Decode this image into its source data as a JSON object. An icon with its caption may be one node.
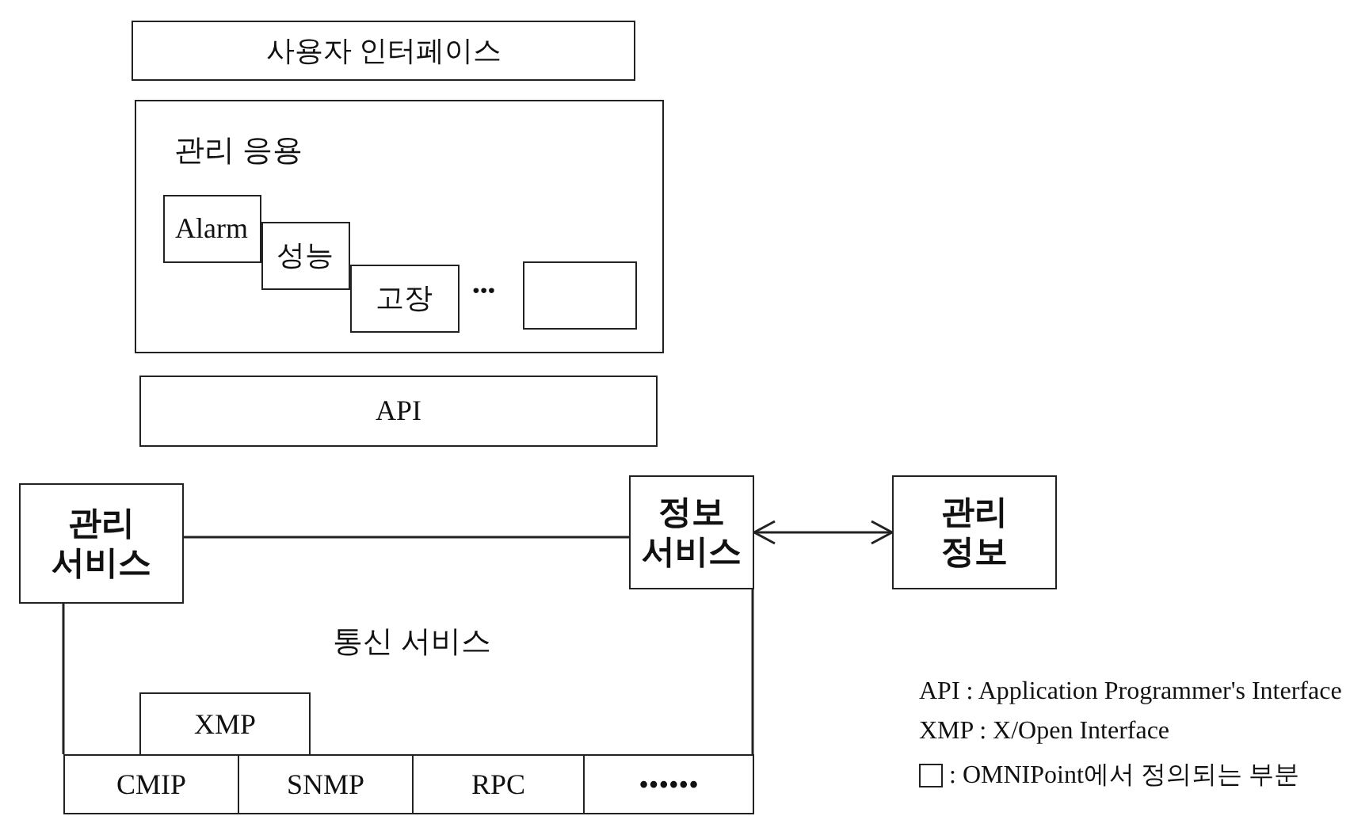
{
  "diagram": {
    "nodes": [
      {
        "text": [
          "사용자 인터페이스"
        ]
      },
      {
        "text": [
          "관리 응용"
        ]
      },
      {
        "text": [
          "Alarm"
        ],
        "in": 1
      },
      {
        "text": [
          "성능"
        ],
        "in": 1
      },
      {
        "text": [
          "고장"
        ],
        "in": 1
      },
      {
        "text": [],
        "shape": "box",
        "in": 1
      },
      {
        "text": [
          "API"
        ]
      },
      {
        "text": [
          "관리 서비스"
        ]
      },
      {
        "text": [
          "정보 서비스"
        ]
      },
      {
        "text": [
          "관리 정보"
        ]
      },
      {
        "text": [
          "XMP"
        ]
      },
      {
        "text": [
          "CMIP"
        ]
      },
      {
        "text": [
          "SNMP"
        ]
      },
      {
        "text": [
          "RPC"
        ]
      },
      {
        "text": [
          "••••••"
        ]
      }
    ],
    "edges": [
      {
        "from": 7,
        "to": 8,
        "arrow": "none"
      },
      {
        "from": 8,
        "to": 9,
        "arrow": "both"
      },
      {
        "from": 7,
        "to": 11,
        "arrow": "none"
      },
      {
        "from": 8,
        "to": 14,
        "arrow": "none"
      }
    ],
    "labels": [
      "•••",
      "통신 서비스",
      "API : Application Programmer's Interface",
      "XMP : X/Open Interface"
    ],
    "legend": [
      {
        "text": ": OMNIPoint에서 정의되는 부분"
      }
    ]
  }
}
